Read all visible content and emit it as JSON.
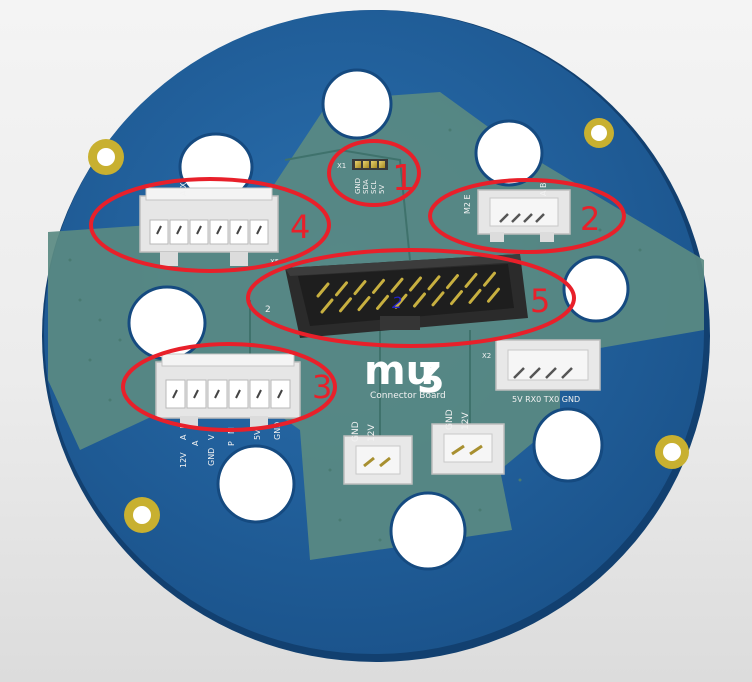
{
  "board": {
    "logo": "mu",
    "subtitle": "Connector Board",
    "colors": {
      "background": "#ececec",
      "pcb_blue": "#1f5f9c",
      "copper_area": "#5a8a82",
      "connector_white": "#ececec",
      "header_black": "#2b2b2b",
      "pin_gold": "#c8b040",
      "annotation_red": "#e8202a"
    }
  },
  "silkscreen": {
    "x1_ref": "X1",
    "x1_pins": [
      "GND",
      "SDA",
      "SCL",
      "5V"
    ],
    "x5_ref": "X5",
    "x2_ref": "X2",
    "x2_pins": "5V RX0 TX0 GND",
    "gnd_a": "GND",
    "v12_a": "12V",
    "gnd_b": "GND",
    "v12_b": "12V",
    "top_left_fragment": "A X",
    "top_right_fragment": "M2 E",
    "top_right_fragment_b": "A B",
    "pin_num": "2",
    "bottom_left_labels": [
      "12V",
      "A",
      "A",
      "GND",
      "V",
      "P",
      "M",
      "5V",
      "GND"
    ],
    "header_mark": "2"
  },
  "annotations": [
    {
      "label": "1"
    },
    {
      "label": "2"
    },
    {
      "label": "3"
    },
    {
      "label": "4"
    },
    {
      "label": "5"
    }
  ]
}
